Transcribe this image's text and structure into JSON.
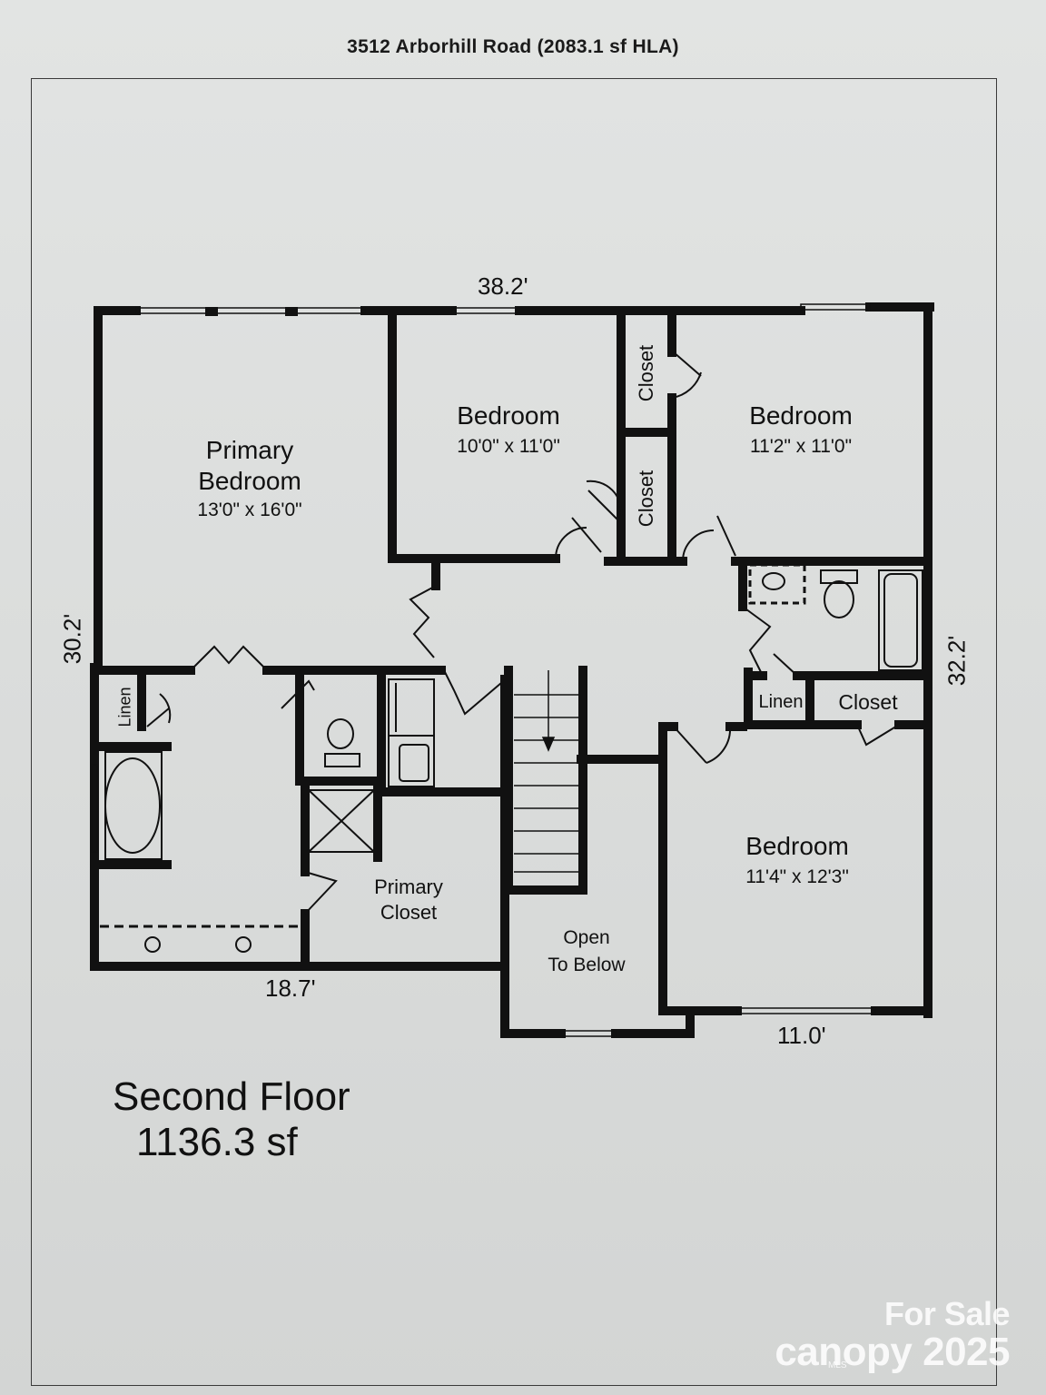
{
  "header": {
    "title": "3512 Arborhill Road (2083.1 sf HLA)"
  },
  "rooms": {
    "primary_bedroom": {
      "name_line1": "Primary",
      "name_line2": "Bedroom",
      "dims": "13'0\" x 16'0\""
    },
    "bedroom_2": {
      "name": "Bedroom",
      "dims": "10'0\" x 11'0\""
    },
    "bedroom_3": {
      "name": "Bedroom",
      "dims": "11'2\" x 11'0\""
    },
    "bedroom_4": {
      "name": "Bedroom",
      "dims": "11'4\" x 12'3\""
    },
    "closet_upper": "Closet",
    "closet_lower": "Closet",
    "linen_primary": "Linen",
    "linen_hall": "Linen",
    "closet_hall": "Closet",
    "primary_closet": {
      "line1": "Primary",
      "line2": "Closet"
    },
    "open_to_below": {
      "line1": "Open",
      "line2": "To Below"
    }
  },
  "dimensions": {
    "top": "38.2'",
    "left": "30.2'",
    "right": "32.2'",
    "bottom_left": "18.7'",
    "bottom_right": "11.0'"
  },
  "floor": {
    "title": "Second Floor",
    "area": "1136.3 sf"
  },
  "watermark": {
    "status": "For Sale",
    "brand": "canopy",
    "year": "2025",
    "mls": "MLS"
  }
}
